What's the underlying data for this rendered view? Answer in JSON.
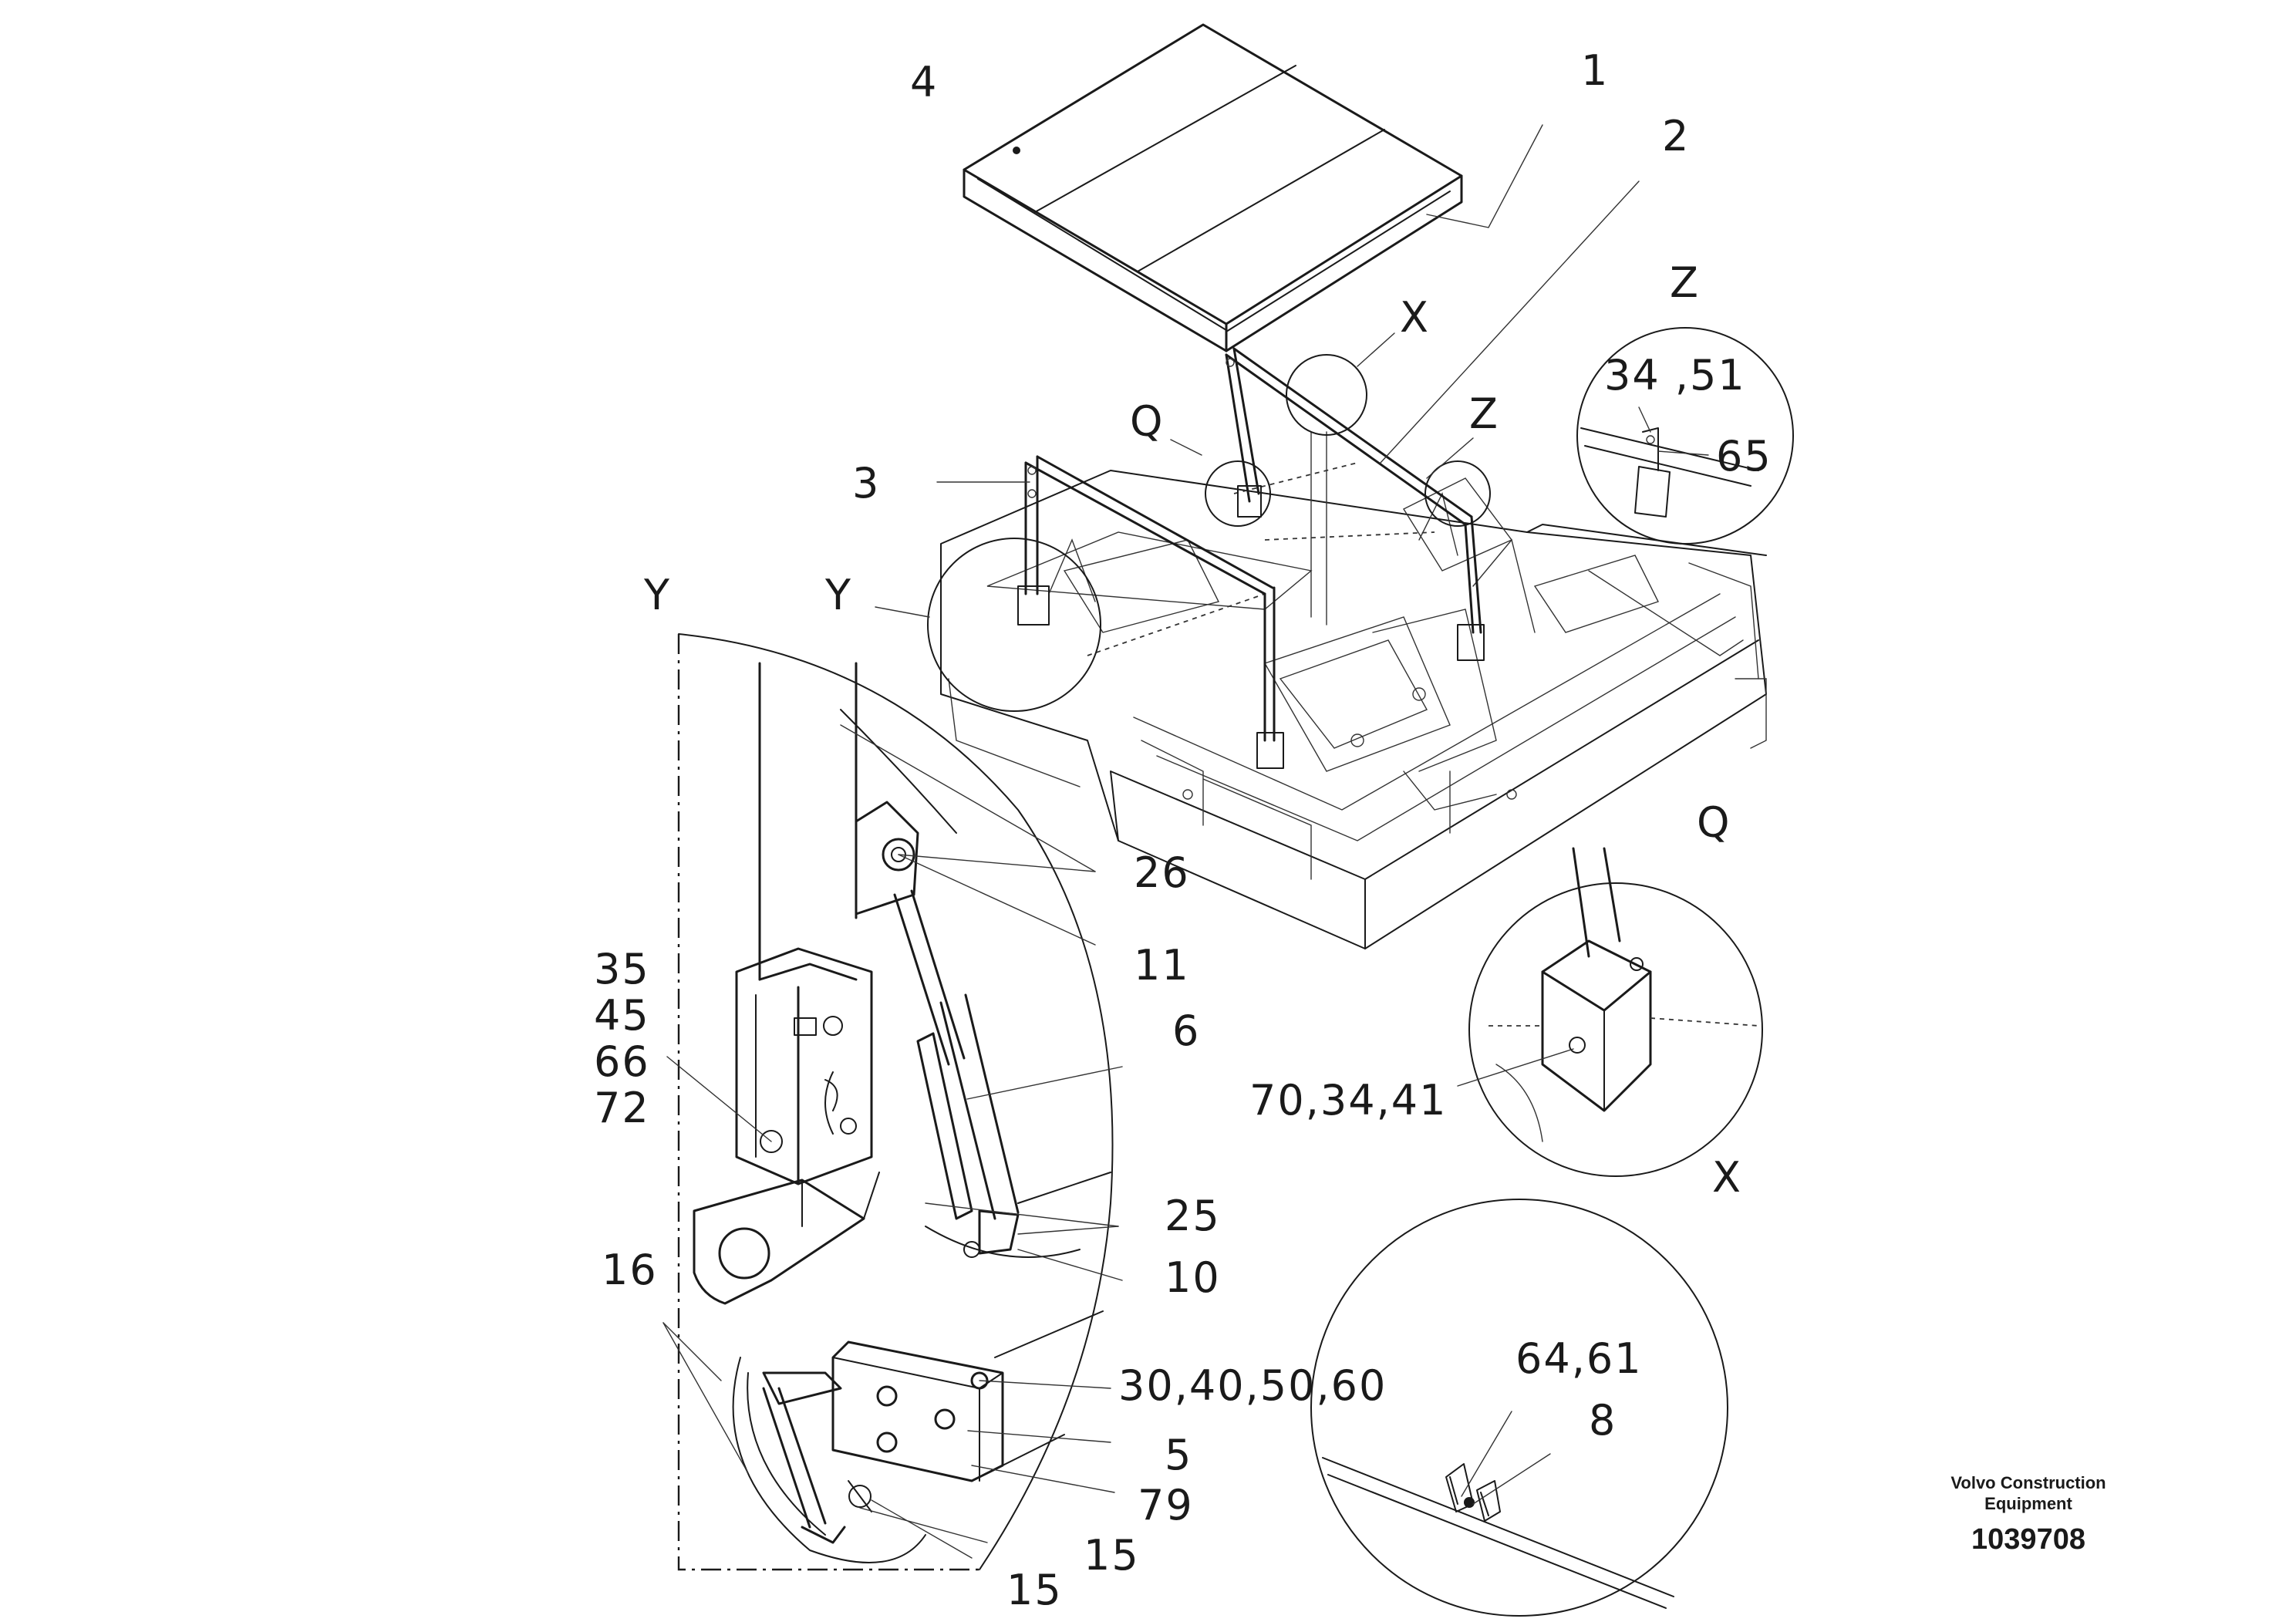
{
  "labels": {
    "l4": "4",
    "l1": "1",
    "l2": "2",
    "lX": "X",
    "lZ": "Z",
    "lZ2": "Z",
    "l3451": "34 ,51",
    "l65": "65",
    "lQ": "Q",
    "l3": "3",
    "lY": "Y",
    "lY2": "Y",
    "l26": "26",
    "l11": "11",
    "l35": "35",
    "l45": "45",
    "l66": "66",
    "l72": "72",
    "l6": "6",
    "l7034": "70,34,41",
    "lQ2": "Q",
    "l25": "25",
    "l10": "10",
    "l16": "16",
    "l30": "30,40,50,60",
    "l5": "5",
    "l79": "79",
    "l15a": "15",
    "l15b": "15",
    "lX2": "X",
    "l6461": "64,61",
    "l8": "8"
  },
  "brand": {
    "line1": "Volvo Construction",
    "line2": "Equipment",
    "doc_number": "1039708"
  }
}
